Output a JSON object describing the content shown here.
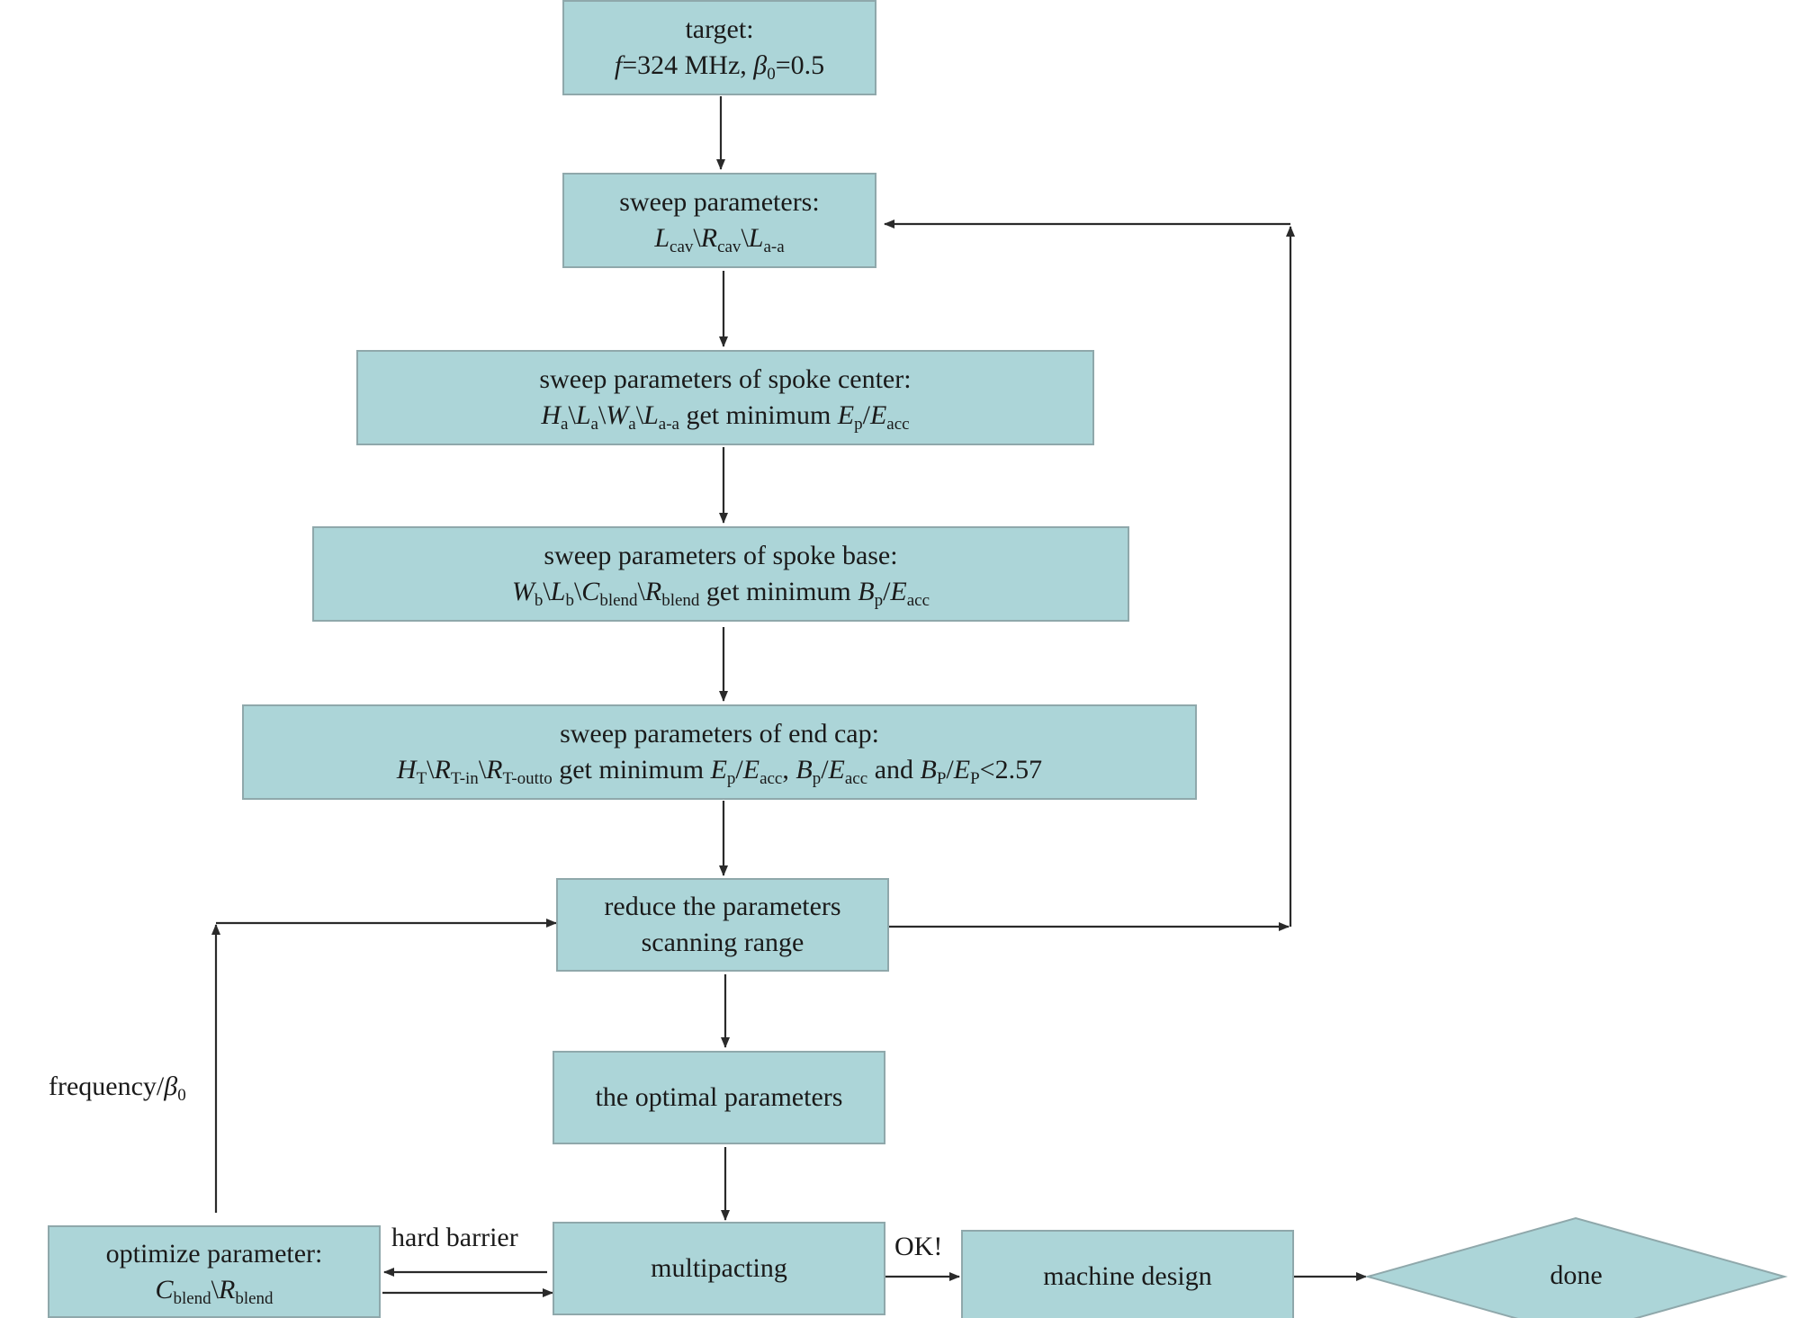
{
  "nodes": {
    "target": {
      "title": "target:",
      "f": "f",
      "f_value": "=324 MHz, ",
      "beta": "β",
      "beta_sub": "0",
      "beta_value": "=0.5"
    },
    "sweep": {
      "title": "sweep parameters:",
      "L": "L",
      "cav": "cav",
      "sep": "\\",
      "R": "R",
      "aa": "a-a"
    },
    "spoke_center": {
      "title": "sweep parameters of spoke center:",
      "H": "H",
      "a": "a",
      "sep": "\\",
      "L": "L",
      "W": "W",
      "aa": "a-a",
      "text": " get minimum ",
      "E": "E",
      "p": "p",
      "slash": "/",
      "acc": "acc"
    },
    "spoke_base": {
      "title": "sweep parameters of spoke base:",
      "W": "W",
      "b": "b",
      "sep": "\\",
      "L": "L",
      "C": "C",
      "blend": "blend",
      "R": "R",
      "text": " get minimum ",
      "B": "B",
      "p": "p",
      "slash": "/",
      "E": "E",
      "acc": "acc"
    },
    "end_cap": {
      "title": "sweep parameters of end cap:",
      "H": "H",
      "T": "T",
      "sep": "\\",
      "R": "R",
      "Tin": "T-in",
      "Tout": "T-outto",
      "text1": " get minimum ",
      "E": "E",
      "p": "p",
      "slash": "/",
      "acc": "acc",
      "comma": ", ",
      "B": "B",
      "and": " and ",
      "P": "P",
      "lt": "<2.57"
    },
    "reduce": {
      "line1": "reduce the parameters",
      "line2": "scanning range"
    },
    "optimal": {
      "label": "the optimal parameters"
    },
    "multipacting": {
      "label": "multipacting"
    },
    "optimize": {
      "title": "optimize parameter:",
      "C": "C",
      "blend": "blend",
      "sep": "\\",
      "R": "R"
    },
    "machine": {
      "label": "machine design"
    },
    "done": {
      "label": "done"
    }
  },
  "edge_labels": {
    "frequency": {
      "text": "frequency/",
      "beta": "β",
      "sub": "0"
    },
    "hard_barrier": "hard barrier",
    "ok": "OK!"
  },
  "colors": {
    "box_fill": "#acd5d8",
    "box_border": "#8fa8ab",
    "arrow": "#2a2a2a"
  }
}
